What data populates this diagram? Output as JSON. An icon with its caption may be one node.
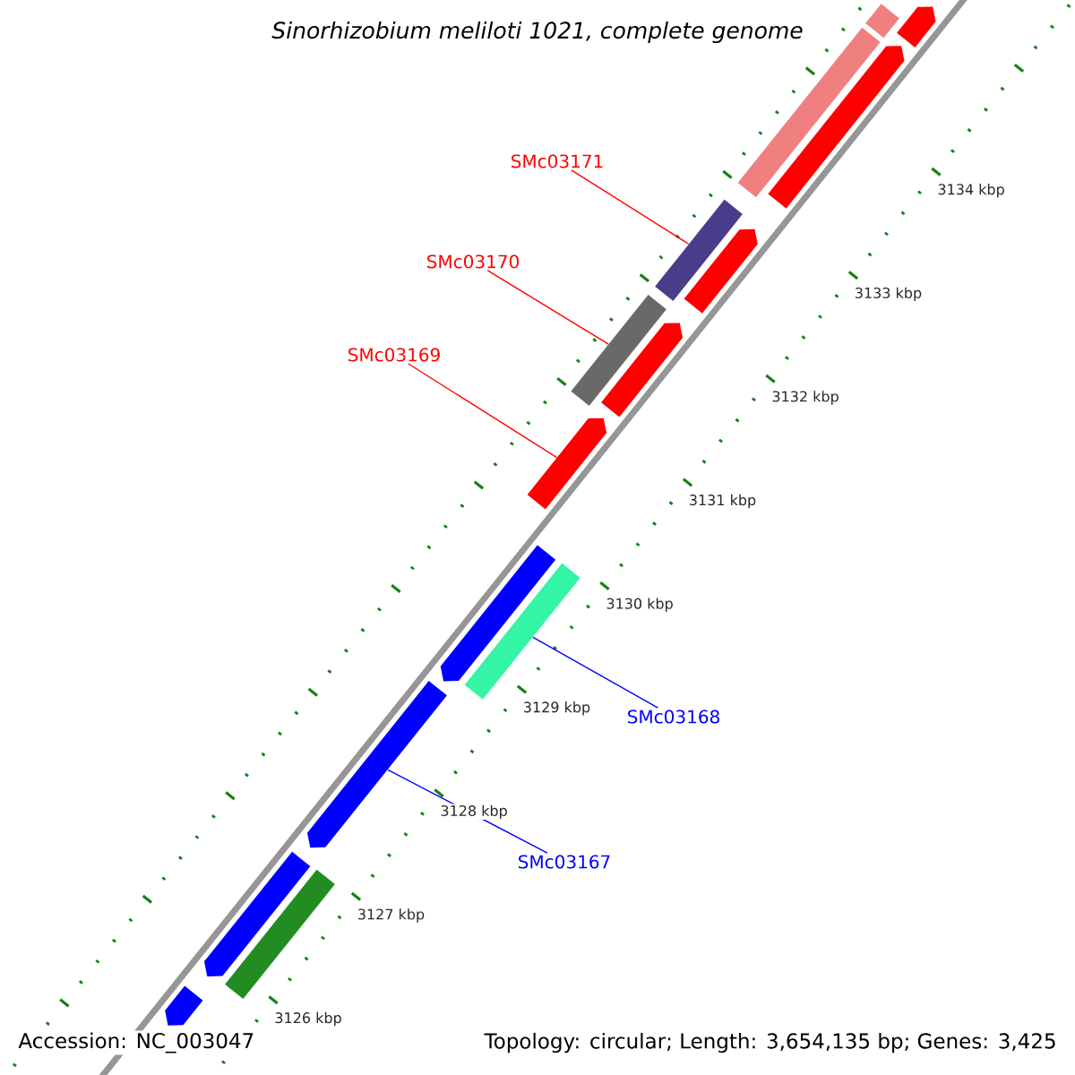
{
  "diagram": {
    "title": "Sinorhizobium meliloti 1021, complete genome",
    "nodes": [
      {
        "text": [
          "SMc03171"
        ]
      },
      {
        "text": [
          "SMc03170"
        ]
      },
      {
        "text": [
          "SMc03169"
        ]
      },
      {
        "text": [
          "SMc03168"
        ]
      },
      {
        "text": [
          "SMc03167"
        ]
      },
      {
        "text": [],
        "shape": "bar"
      },
      {
        "text": [],
        "shape": "arrow"
      },
      {
        "text": [],
        "shape": "bar"
      },
      {
        "text": [],
        "shape": "arrow"
      },
      {
        "text": [],
        "shape": "bar"
      },
      {
        "text": [],
        "shape": "arrow"
      },
      {
        "text": [],
        "shape": "bar"
      },
      {
        "text": [],
        "shape": "arrow"
      },
      {
        "text": [],
        "shape": "arrow"
      },
      {
        "text": [],
        "shape": "arrow"
      },
      {
        "text": [],
        "shape": "bar"
      },
      {
        "text": [],
        "shape": "arrow"
      },
      {
        "text": [],
        "shape": "arrow"
      },
      {
        "text": [],
        "shape": "bar"
      },
      {
        "text": [],
        "shape": "arrow"
      }
    ],
    "edges": [
      {
        "from": 0,
        "to": 9,
        "arrow": "none",
        "color": "#ff0000"
      },
      {
        "from": 1,
        "to": 11,
        "arrow": "none",
        "color": "#ff0000"
      },
      {
        "from": 2,
        "to": 13,
        "arrow": "none",
        "color": "#ff0000"
      },
      {
        "from": 3,
        "to": 15,
        "arrow": "none",
        "color": "#0000ff"
      },
      {
        "from": 4,
        "to": 16,
        "arrow": "none",
        "color": "#0000ff"
      }
    ],
    "labels": [
      "3134 kbp",
      "3133 kbp",
      "3132 kbp",
      "3131 kbp",
      "3130 kbp",
      "3129 kbp",
      "3128 kbp",
      "3127 kbp",
      "3126 kbp",
      "Accession: NC_003047",
      "Topology: circular; Length: 3,654,135 bp; Genes: 3,425"
    ]
  }
}
